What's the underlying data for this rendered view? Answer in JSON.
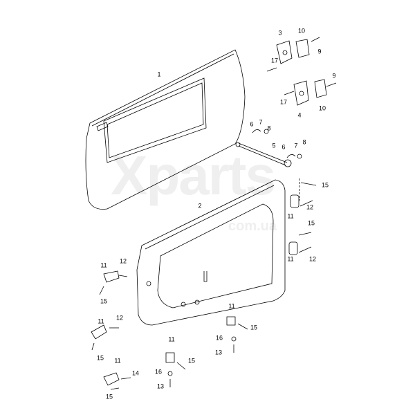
{
  "watermark": {
    "brand": "Xparts",
    "domain": "com.ua"
  },
  "callouts": [
    {
      "id": "c1",
      "text": "1"
    },
    {
      "id": "c3",
      "text": "3"
    },
    {
      "id": "c10a",
      "text": "10"
    },
    {
      "id": "c9a",
      "text": "9"
    },
    {
      "id": "c17a",
      "text": "17"
    },
    {
      "id": "c9b",
      "text": "9"
    },
    {
      "id": "c17b",
      "text": "17"
    },
    {
      "id": "c4",
      "text": "4"
    },
    {
      "id": "c10b",
      "text": "10"
    },
    {
      "id": "c6a",
      "text": "6"
    },
    {
      "id": "c7a",
      "text": "7"
    },
    {
      "id": "c8a",
      "text": "8"
    },
    {
      "id": "c5",
      "text": "5"
    },
    {
      "id": "c6b",
      "text": "6"
    },
    {
      "id": "c7b",
      "text": "7"
    },
    {
      "id": "c8b",
      "text": "8"
    },
    {
      "id": "c2",
      "text": "2"
    },
    {
      "id": "c15a",
      "text": "15"
    },
    {
      "id": "c12a",
      "text": "12"
    },
    {
      "id": "c11a",
      "text": "11"
    },
    {
      "id": "c15b",
      "text": "15"
    },
    {
      "id": "c11b",
      "text": "11"
    },
    {
      "id": "c12b",
      "text": "12"
    },
    {
      "id": "c11c",
      "text": "11"
    },
    {
      "id": "c12c",
      "text": "12"
    },
    {
      "id": "c15c",
      "text": "15"
    },
    {
      "id": "c11d",
      "text": "11"
    },
    {
      "id": "c12d",
      "text": "12"
    },
    {
      "id": "c15d",
      "text": "15"
    },
    {
      "id": "c11e",
      "text": "11"
    },
    {
      "id": "c15e",
      "text": "15"
    },
    {
      "id": "c16a",
      "text": "16"
    },
    {
      "id": "c13a",
      "text": "13"
    },
    {
      "id": "c11f",
      "text": "11"
    },
    {
      "id": "c15f",
      "text": "15"
    },
    {
      "id": "c16b",
      "text": "16"
    },
    {
      "id": "c13b",
      "text": "13"
    },
    {
      "id": "c11g",
      "text": "11"
    },
    {
      "id": "c14",
      "text": "14"
    },
    {
      "id": "c15g",
      "text": "15"
    }
  ]
}
